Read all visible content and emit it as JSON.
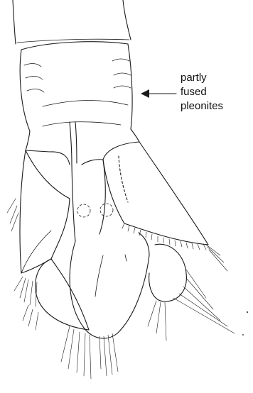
{
  "annotation": {
    "lines": [
      "partly",
      "fused",
      "pleonites"
    ]
  }
}
